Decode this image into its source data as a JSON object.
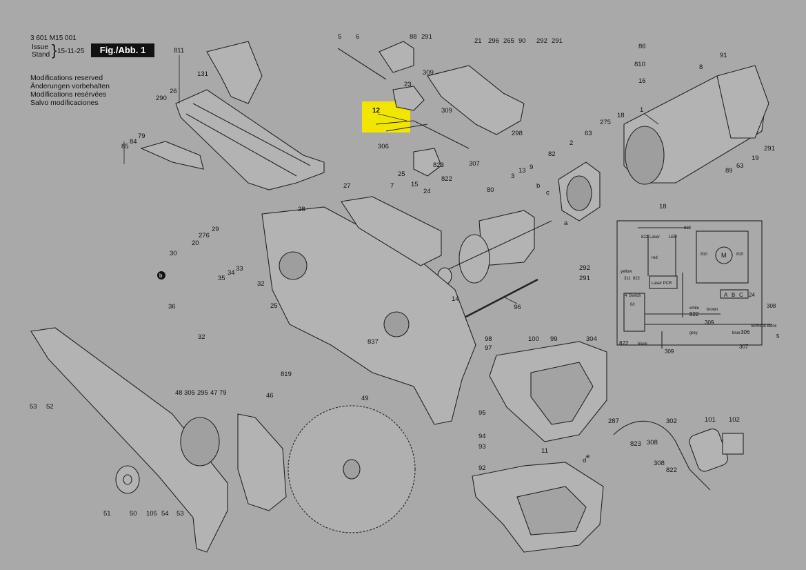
{
  "header": {
    "doc_number": "3 601 M15 001",
    "issue_label": "Issue",
    "stand_label": "Stand",
    "date": "15-11-25",
    "figure": "Fig./Abb. 1",
    "modifications": [
      "Modifications reserved",
      "Änderungen vorbehalten",
      "Modifications resérvées",
      "Salvo modificaciones"
    ]
  },
  "highlight": {
    "part": "12",
    "color": "#f2e600"
  },
  "parts": {
    "p5": "5",
    "p6": "6",
    "p88": "88",
    "p291a": "291",
    "p21": "21",
    "p296": "296",
    "p265": "265",
    "p90": "90",
    "p292a": "292",
    "p291b": "291",
    "p86": "86",
    "p91": "91",
    "p810a": "810",
    "p8": "8",
    "p16": "16",
    "p811": "811",
    "p131": "131",
    "p26": "26",
    "p290": "290",
    "p85": "85",
    "p84": "84",
    "p79": "79",
    "p23": "23",
    "p309a": "309",
    "p309b": "309",
    "p306": "306",
    "p823a": "823",
    "p307": "307",
    "p298": "298",
    "p1": "1",
    "p18a": "18",
    "p275": "275",
    "p63a": "63",
    "p82": "82",
    "p2": "2",
    "p89": "89",
    "p63b": "63",
    "p19": "19",
    "p291c": "291",
    "p13": "13",
    "p9": "9",
    "p18b": "18",
    "p25a": "25",
    "p7": "7",
    "p15": "15",
    "p24a": "24",
    "p822a": "822",
    "p27": "27",
    "p80": "80",
    "p3": "3",
    "p28": "28",
    "p29": "29",
    "p276": "276",
    "p20": "20",
    "p30": "30",
    "p35": "35",
    "p34": "34",
    "p33": "33",
    "p32a": "32",
    "p25b": "25",
    "p36": "36",
    "p292b": "292",
    "p291d": "291",
    "p14": "14",
    "p96": "96",
    "p837": "837",
    "p32b": "32",
    "p819": "819",
    "p53a": "53",
    "p52": "52",
    "p48": "48",
    "p305": "305",
    "p295": "295",
    "p47": "47",
    "p79b": "79",
    "p46": "46",
    "p49": "49",
    "p98": "98",
    "p97": "97",
    "p100": "100",
    "p99": "99",
    "p304": "304",
    "p95": "95",
    "p287": "287",
    "p302": "302",
    "p101": "101",
    "p102": "102",
    "p94": "94",
    "p93": "93",
    "p11": "11",
    "p823b": "823",
    "p308a": "308",
    "p308b": "308",
    "p822b": "822",
    "p92": "92",
    "p51": "51",
    "p50": "50",
    "p105": "105",
    "p54": "54",
    "p53b": "53",
    "pa": "a",
    "pb": "b",
    "pc": "c",
    "pd": "d",
    "pe": "e",
    "pbcirc": "b"
  },
  "wiring": {
    "p822": "822",
    "p823": "823",
    "laser": "Laser",
    "led": "LED",
    "motor": "M",
    "p810l": "810",
    "p810r": "810",
    "p311": "311",
    "p822y": "822",
    "laser_pcr": "Laser PCR",
    "switch": "Switch",
    "p4": "4",
    "o_i": "0/I",
    "abc_a": "A",
    "abc_b": "B",
    "abc_c": "C",
    "p24": "24",
    "p308": "308",
    "white": "white",
    "brown": "brown",
    "p309": "309",
    "p306": "306",
    "blue": "blue",
    "terminal_block": "Terminal block",
    "p5": "5",
    "grey": "grey",
    "black": "black",
    "p307": "307",
    "p822bk": "822",
    "p309b": "309",
    "red": "red",
    "yellow": "yellow"
  }
}
